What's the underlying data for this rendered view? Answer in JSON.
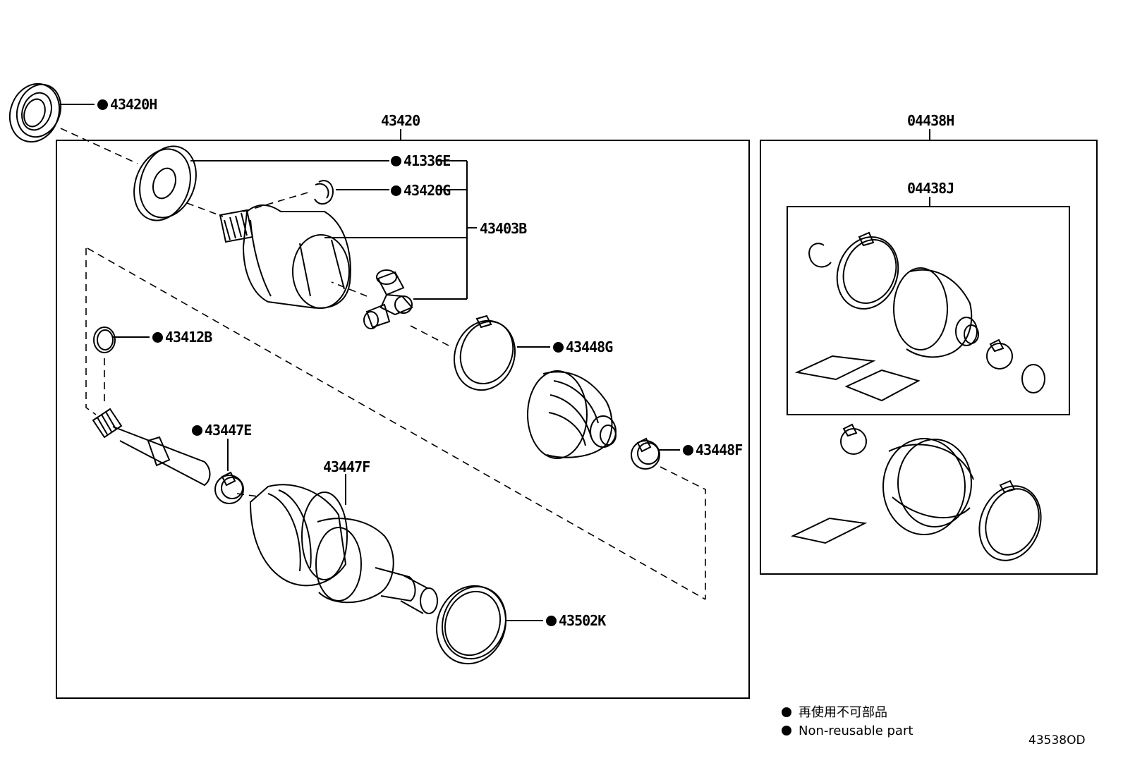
{
  "callouts": {
    "p43420H": "43420H",
    "p43420": "43420",
    "p41336E": "41336E",
    "p43420G": "43420G",
    "p43403B": "43403B",
    "p43412B": "43412B",
    "p43448G": "43448G",
    "p43447E": "43447E",
    "p43447F": "43447F",
    "p43448F": "43448F",
    "p43502K": "43502K",
    "p04438H": "04438H",
    "p04438J": "04438J"
  },
  "legend": {
    "line1": "再使用不可部品",
    "line2": "Non-reusable part"
  },
  "illustration_code": "43538OD"
}
